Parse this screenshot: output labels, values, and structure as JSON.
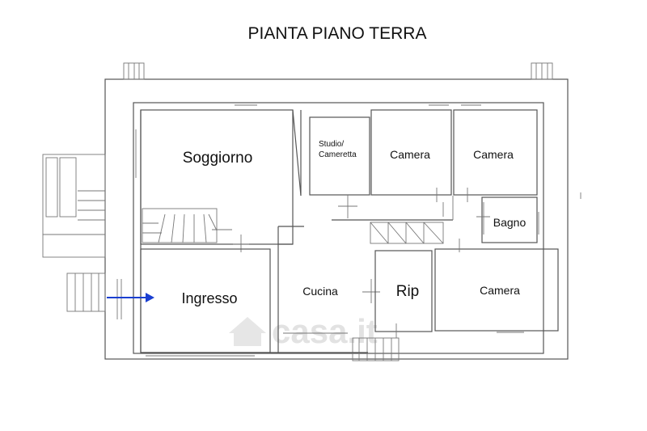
{
  "title": "PIANTA PIANO TERRA",
  "rooms": {
    "soggiorno": "Soggiorno",
    "studio_line1": "Studio/",
    "studio_line2": "Cameretta",
    "camera_1": "Camera",
    "camera_2": "Camera",
    "bagno": "Bagno",
    "ingresso": "Ingresso",
    "cucina": "Cucina",
    "rip": "Rip",
    "camera_3": "Camera"
  },
  "watermark": "casa.it",
  "colors": {
    "wall": "#555555",
    "entry_arrow": "#1a3fd1",
    "watermark": "#e2e2e2"
  },
  "icons": {
    "entry_arrow": "arrow-right-icon",
    "watermark_logo": "house-icon"
  }
}
